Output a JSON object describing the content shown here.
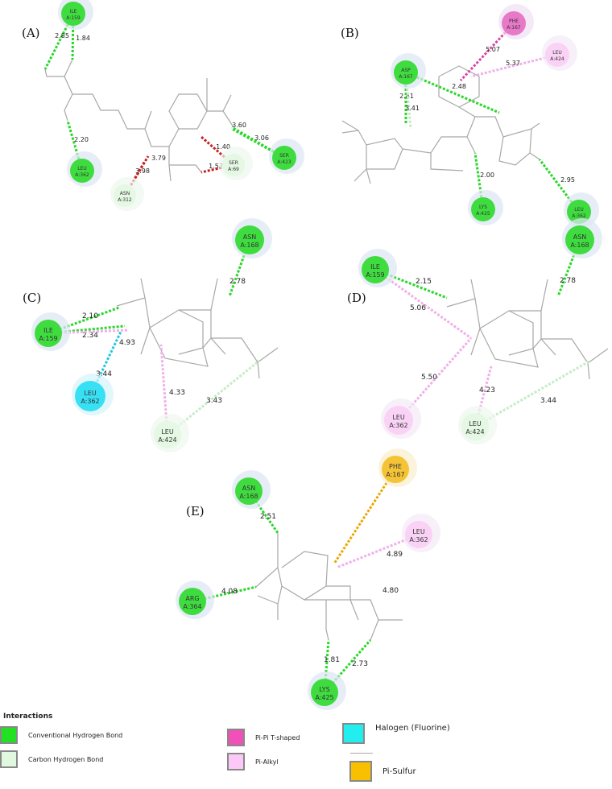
{
  "colors": {
    "conventional": "#22e022",
    "carbon": "#d8f5d8",
    "pipi": "#e050b0",
    "pialkyl": "#f6c4f0",
    "halogen": "#22dde8",
    "pisulfur": "#f2b800",
    "unfavorable": "#c82020"
  },
  "panels": [
    {
      "label": "(A)",
      "residues": [
        {
          "name": "ILE",
          "id": "A:159",
          "type": "conventional"
        },
        {
          "name": "LEU",
          "id": "A:362",
          "type": "conventional"
        },
        {
          "name": "ASN",
          "id": "A:312",
          "type": "carbon"
        },
        {
          "name": "SER",
          "id": "A:69",
          "type": "carbon"
        },
        {
          "name": "SER",
          "id": "A:423",
          "type": "conventional"
        }
      ],
      "interactions": [
        {
          "residue": 0,
          "distance": "2.85",
          "type": "conventional"
        },
        {
          "residue": 0,
          "distance": "1.84",
          "type": "conventional"
        },
        {
          "residue": 1,
          "distance": "2.20",
          "type": "conventional"
        },
        {
          "residue": 2,
          "distance": "3.79",
          "type": "unfavorable"
        },
        {
          "residue": 2,
          "distance": "3.98",
          "type": "unfavorable"
        },
        {
          "residue": 3,
          "distance": "1.40",
          "type": "unfavorable"
        },
        {
          "residue": 3,
          "distance": "1.57",
          "type": "unfavorable"
        },
        {
          "residue": 4,
          "distance": "3.60",
          "type": "conventional"
        },
        {
          "residue": 4,
          "distance": "3.06",
          "type": "conventional"
        }
      ]
    },
    {
      "label": "(B)",
      "residues": [
        {
          "name": "PHE",
          "id": "A:167",
          "type": "pipi"
        },
        {
          "name": "LEU",
          "id": "A:424",
          "type": "pialkyl"
        },
        {
          "name": "ASP",
          "id": "A:167",
          "type": "conventional"
        },
        {
          "name": "LYS",
          "id": "A:425",
          "type": "conventional"
        },
        {
          "name": "LEU",
          "id": "A:362",
          "type": "conventional"
        }
      ],
      "interactions": [
        {
          "residue": 0,
          "distance": "5.07",
          "type": "pipi"
        },
        {
          "residue": 1,
          "distance": "5.37",
          "type": "pialkyl"
        },
        {
          "residue": 2,
          "distance": "2.48",
          "type": "conventional"
        },
        {
          "residue": 2,
          "distance": "2.41",
          "type": "conventional"
        },
        {
          "residue": 2,
          "distance": "3.41",
          "type": "carbon"
        },
        {
          "residue": 3,
          "distance": "2.00",
          "type": "conventional"
        },
        {
          "residue": 4,
          "distance": "2.95",
          "type": "conventional"
        }
      ]
    },
    {
      "label": "(C)",
      "residues": [
        {
          "name": "ASN",
          "id": "A:168",
          "type": "conventional"
        },
        {
          "name": "ILE",
          "id": "A:159",
          "type": "conventional"
        },
        {
          "name": "LEU",
          "id": "A:362",
          "type": "halogen"
        },
        {
          "name": "LEU",
          "id": "A:424",
          "type": "carbon"
        }
      ],
      "interactions": [
        {
          "residue": 0,
          "distance": "2.78",
          "type": "conventional"
        },
        {
          "residue": 1,
          "distance": "2.10",
          "type": "conventional"
        },
        {
          "residue": 1,
          "distance": "2.34",
          "type": "conventional"
        },
        {
          "residue": 1,
          "distance": "4.93",
          "type": "pialkyl"
        },
        {
          "residue": 2,
          "distance": "3.44",
          "type": "halogen"
        },
        {
          "residue": 3,
          "distance": "4.33",
          "type": "pialkyl"
        },
        {
          "residue": 3,
          "distance": "3.43",
          "type": "carbon"
        }
      ]
    },
    {
      "label": "(D)",
      "residues": [
        {
          "name": "ASN",
          "id": "A:168",
          "type": "conventional"
        },
        {
          "name": "ILE",
          "id": "A:159",
          "type": "conventional"
        },
        {
          "name": "LEU",
          "id": "A:362",
          "type": "pialkyl"
        },
        {
          "name": "LEU",
          "id": "A:424",
          "type": "carbon"
        }
      ],
      "interactions": [
        {
          "residue": 0,
          "distance": "2.78",
          "type": "conventional"
        },
        {
          "residue": 1,
          "distance": "2.15",
          "type": "conventional"
        },
        {
          "residue": 1,
          "distance": "5.06",
          "type": "pialkyl"
        },
        {
          "residue": 2,
          "distance": "5.50",
          "type": "pialkyl"
        },
        {
          "residue": 3,
          "distance": "4.23",
          "type": "pialkyl"
        },
        {
          "residue": 3,
          "distance": "3.44",
          "type": "carbon"
        }
      ]
    },
    {
      "label": "(E)",
      "residues": [
        {
          "name": "ASN",
          "id": "A:168",
          "type": "conventional"
        },
        {
          "name": "PHE",
          "id": "A:167",
          "type": "pisulfur"
        },
        {
          "name": "LEU",
          "id": "A:362",
          "type": "pialkyl"
        },
        {
          "name": "ARG",
          "id": "A:364",
          "type": "conventional"
        },
        {
          "name": "LYS",
          "id": "A:425",
          "type": "conventional"
        }
      ],
      "interactions": [
        {
          "residue": 0,
          "distance": "2.51",
          "type": "conventional"
        },
        {
          "residue": 1,
          "distance": "4.89",
          "type": "pisulfur"
        },
        {
          "residue": 2,
          "distance": "4.80",
          "type": "pialkyl"
        },
        {
          "residue": 3,
          "distance": "4.08",
          "type": "conventional"
        },
        {
          "residue": 4,
          "distance": "1.81",
          "type": "conventional"
        },
        {
          "residue": 4,
          "distance": "2.73",
          "type": "conventional"
        }
      ]
    }
  ],
  "legend": {
    "title": "Interactions",
    "items": [
      {
        "label": "Conventional Hydrogen Bond",
        "type": "conventional"
      },
      {
        "label": "Carbon Hydrogen Bond",
        "type": "carbon"
      },
      {
        "label": "Pi-Pi T-shaped",
        "type": "pipi"
      },
      {
        "label": "Pi-Alkyl",
        "type": "pialkyl"
      },
      {
        "label": "Halogen (Fluorine)",
        "type": "halogen"
      },
      {
        "label": "Pi-Sulfur",
        "type": "pisulfur"
      }
    ]
  }
}
